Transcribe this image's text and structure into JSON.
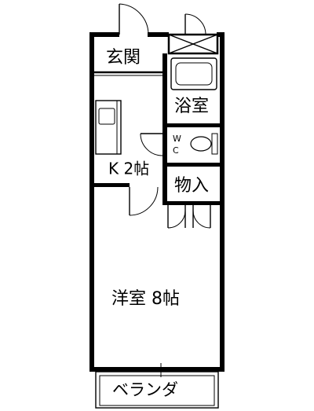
{
  "rooms": {
    "entrance": "玄関",
    "bathroom": "浴室",
    "toilet": "W\nC",
    "toilet_w": "W",
    "toilet_c": "C",
    "kitchen": "K 2帖",
    "storage": "物入",
    "western_room": "洋室 8帖",
    "balcony": "ベランダ"
  },
  "icons": {
    "toilet": "toilet-icon",
    "bathtub": "bathtub-icon",
    "sink": "kitchen-sink-icon",
    "door": "door-swing-icon"
  },
  "colors": {
    "line": "#000000",
    "background": "#ffffff"
  }
}
